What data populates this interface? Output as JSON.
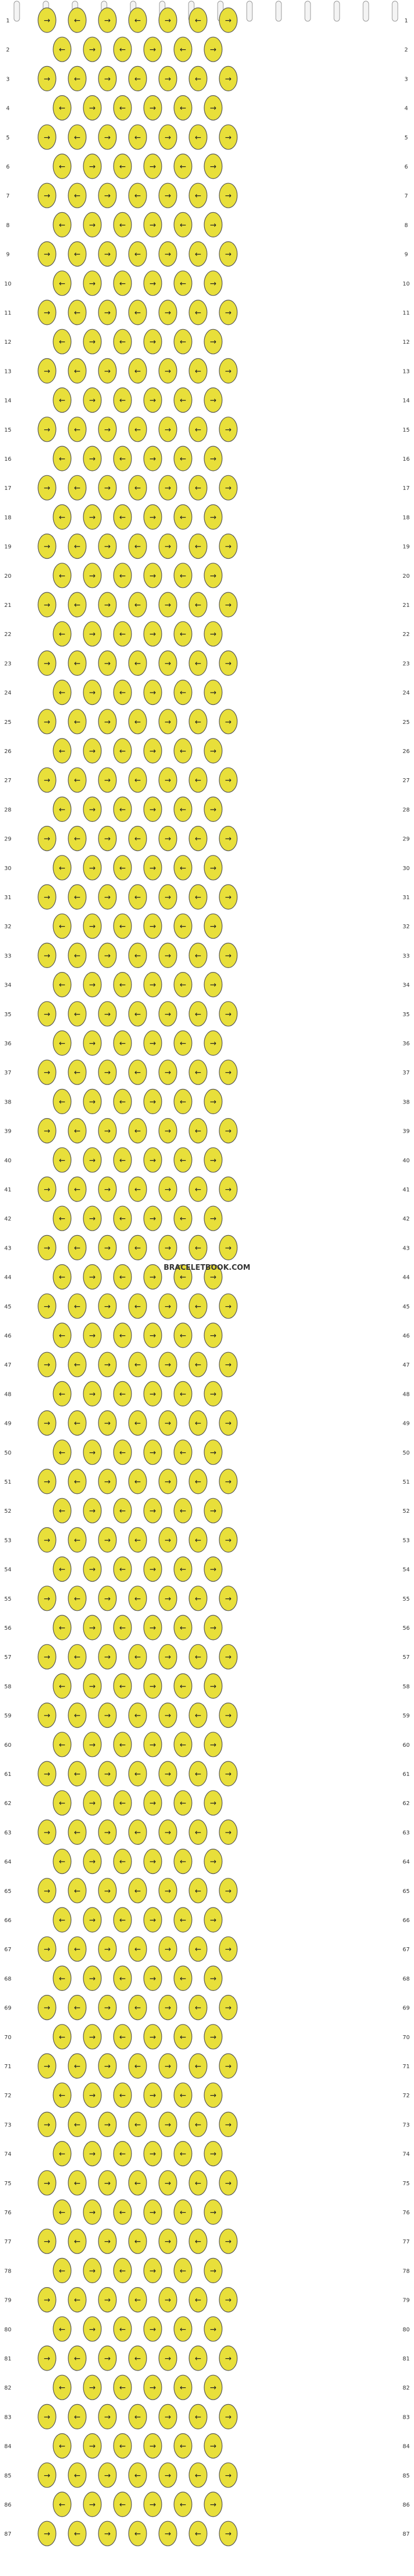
{
  "pattern": {
    "watermark": "BRACELETBOOK.COM",
    "strand_count": 14,
    "row_count": 87,
    "row_labels": [
      "1",
      "2",
      "3",
      "4",
      "5",
      "6",
      "7",
      "8",
      "9",
      "10",
      "11",
      "12",
      "13",
      "14",
      "15",
      "16",
      "17",
      "18",
      "19",
      "20",
      "21",
      "22",
      "23",
      "24",
      "25",
      "26",
      "27",
      "28",
      "29",
      "30",
      "31",
      "32",
      "33",
      "34",
      "35",
      "36",
      "37",
      "38",
      "39",
      "40",
      "41",
      "42",
      "43",
      "44",
      "45",
      "46",
      "47",
      "48",
      "49",
      "50",
      "51",
      "52",
      "53",
      "54",
      "55",
      "56",
      "57",
      "58",
      "59",
      "60",
      "61",
      "62",
      "63",
      "64",
      "65",
      "66",
      "67",
      "68",
      "69",
      "70",
      "71",
      "72",
      "73",
      "74",
      "75",
      "76",
      "77",
      "78",
      "79",
      "80",
      "81",
      "82",
      "83",
      "84",
      "85",
      "86",
      "87"
    ],
    "colors": {
      "yellow": "#e8df3a",
      "green": "#7ef07a",
      "gray": "#8e8e9c",
      "white": "#f4f4f4",
      "arrow": "#222222",
      "outline": "#555555"
    },
    "knot_shape": "ellipse",
    "arrow_icons": [
      "arrow-right-icon",
      "arrow-left-icon"
    ]
  }
}
